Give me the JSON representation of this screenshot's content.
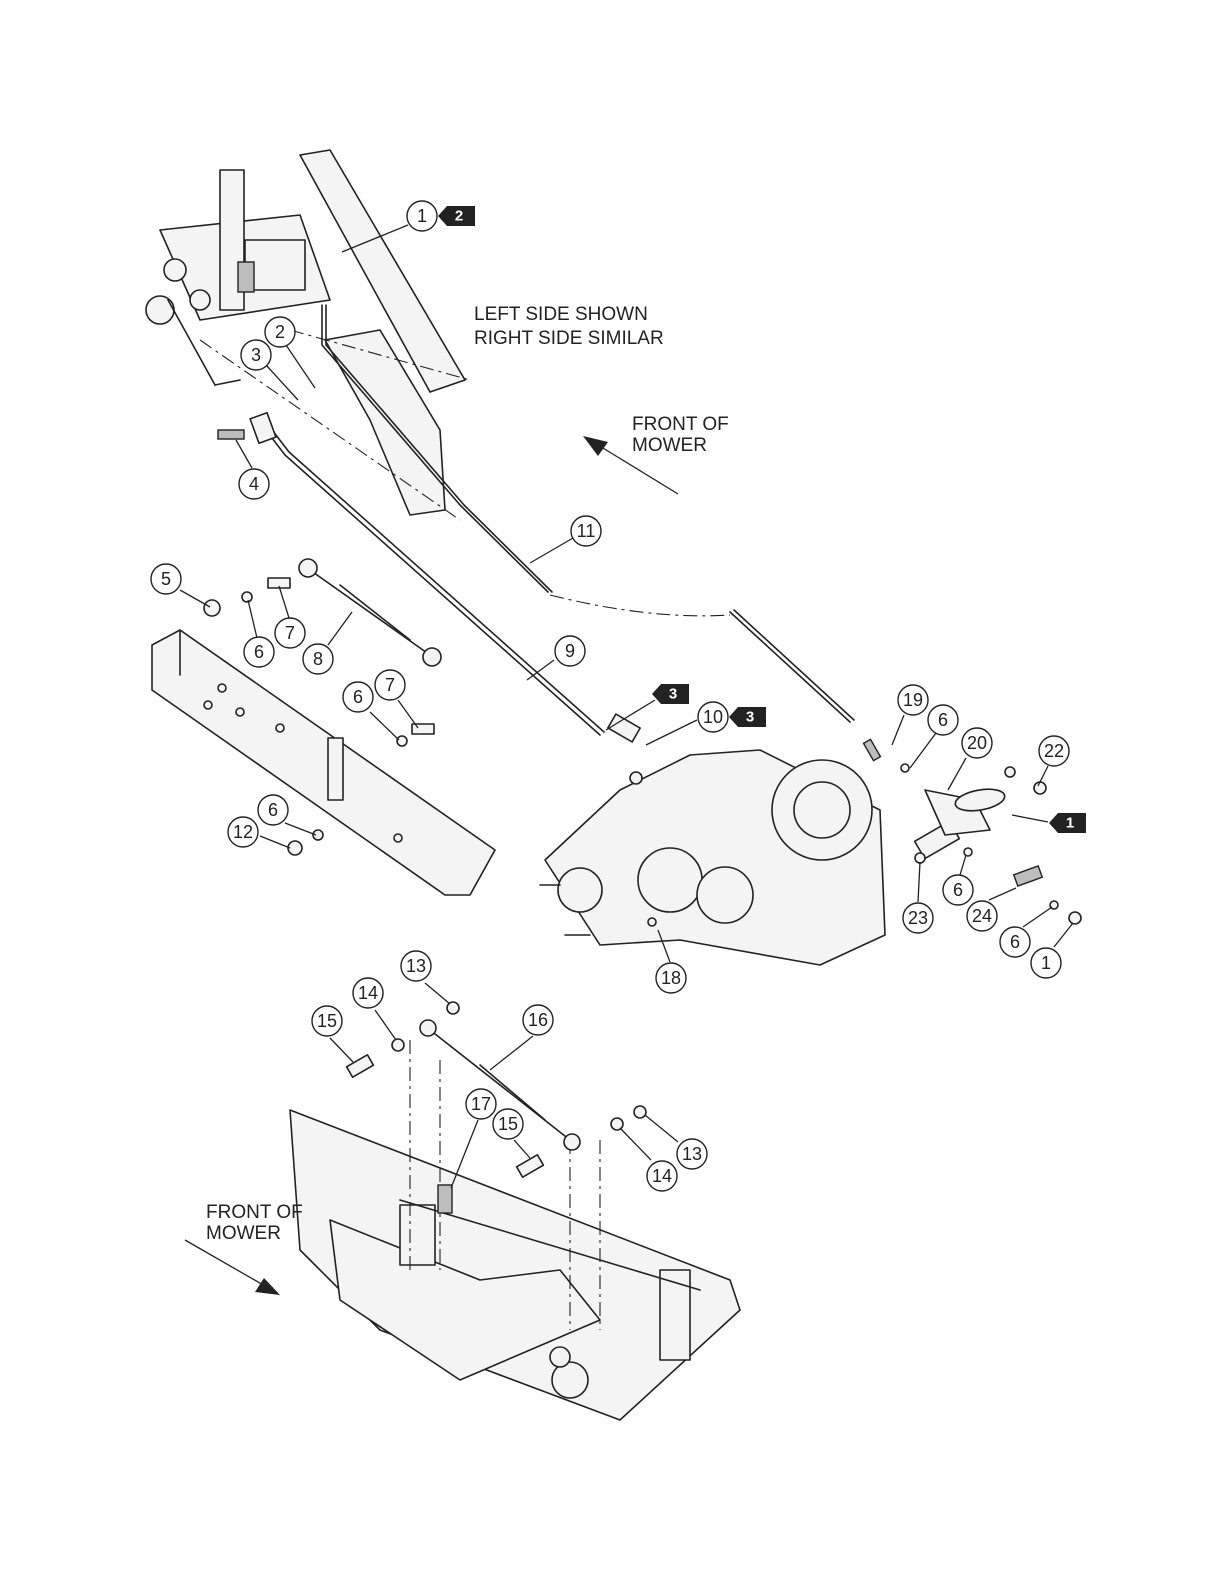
{
  "notes": {
    "side_line1": "LEFT SIDE SHOWN",
    "side_line2": "RIGHT SIDE SIMILAR",
    "front_upper_line1": "FRONT OF",
    "front_upper_line2": "MOWER",
    "front_lower_line1": "FRONT OF",
    "front_lower_line2": "MOWER"
  },
  "callouts": [
    "1",
    "2",
    "3",
    "4",
    "5",
    "6",
    "7",
    "8",
    "9",
    "10",
    "11",
    "12",
    "13",
    "14",
    "15",
    "16",
    "17",
    "18",
    "19",
    "20",
    "22",
    "23",
    "24"
  ],
  "callout_labels": {
    "c1a": "1",
    "c2": "2",
    "c3": "3",
    "c4": "4",
    "c11": "11",
    "c5": "5",
    "c6a": "6",
    "c7a": "7",
    "c8": "8",
    "c9": "9",
    "c6b": "6",
    "c7b": "7",
    "c6c": "6",
    "c12": "12",
    "c10": "10",
    "c19": "19",
    "c6d": "6",
    "c20": "20",
    "c22": "22",
    "c23": "23",
    "c6e": "6",
    "c24": "24",
    "c6f": "6",
    "c1b": "1",
    "c18": "18",
    "c13a": "13",
    "c14a": "14",
    "c15a": "15",
    "c16": "16",
    "c17": "17",
    "c15b": "15",
    "c14b": "14",
    "c13b": "13"
  },
  "badges": {
    "b2": "2",
    "b3a": "3",
    "b3b": "3",
    "b1": "1"
  }
}
